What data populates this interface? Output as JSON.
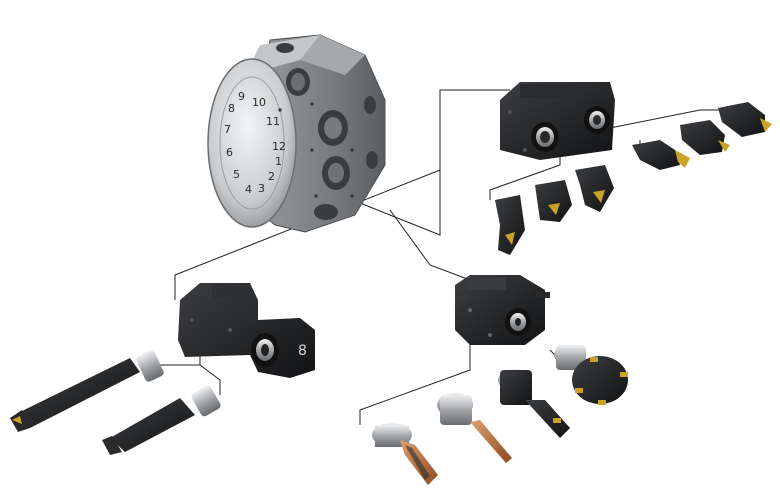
{
  "scene": {
    "background": "#ffffff",
    "turret_dial_numbers": [
      "1",
      "2",
      "3",
      "4",
      "5",
      "6",
      "7",
      "8",
      "9",
      "10",
      "11",
      "12"
    ],
    "colors": {
      "steel_light": "#d8dadc",
      "steel_mid": "#a9acaf",
      "steel_dark": "#6e7174",
      "holder_black": "#1c1d1f",
      "holder_dark": "#2c2e31",
      "insert_gold": "#c9a227",
      "drill_copper": "#b86b3c",
      "connector_line": "#222222"
    }
  }
}
